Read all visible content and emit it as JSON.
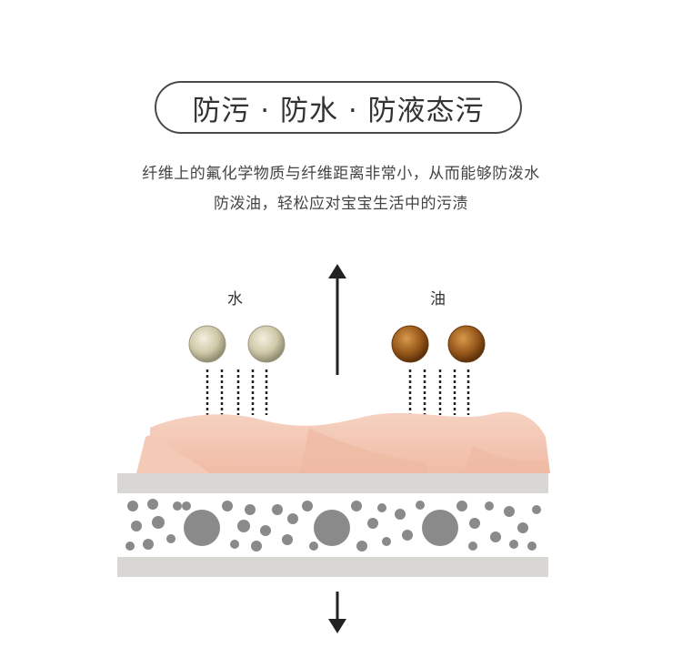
{
  "title": "防污 · 防水 · 防液态污",
  "description": {
    "line1": "纤维上的氟化学物质与纤维距离非常小，从而能够防泼水",
    "line2": "防泼油，轻松应对宝宝生活中的污渍"
  },
  "labels": {
    "water": "水",
    "oil": "油"
  },
  "colors": {
    "water_drop": "#cfc9a8",
    "oil_drop": "#9a5a1c",
    "fabric_pink": "#f3c7b3",
    "layer_gray": "#d8d7d3",
    "bubble_gray": "#8a8a8a"
  },
  "icons": {
    "up_arrow": "arrow-up-icon",
    "down_arrow": "arrow-down-icon"
  }
}
